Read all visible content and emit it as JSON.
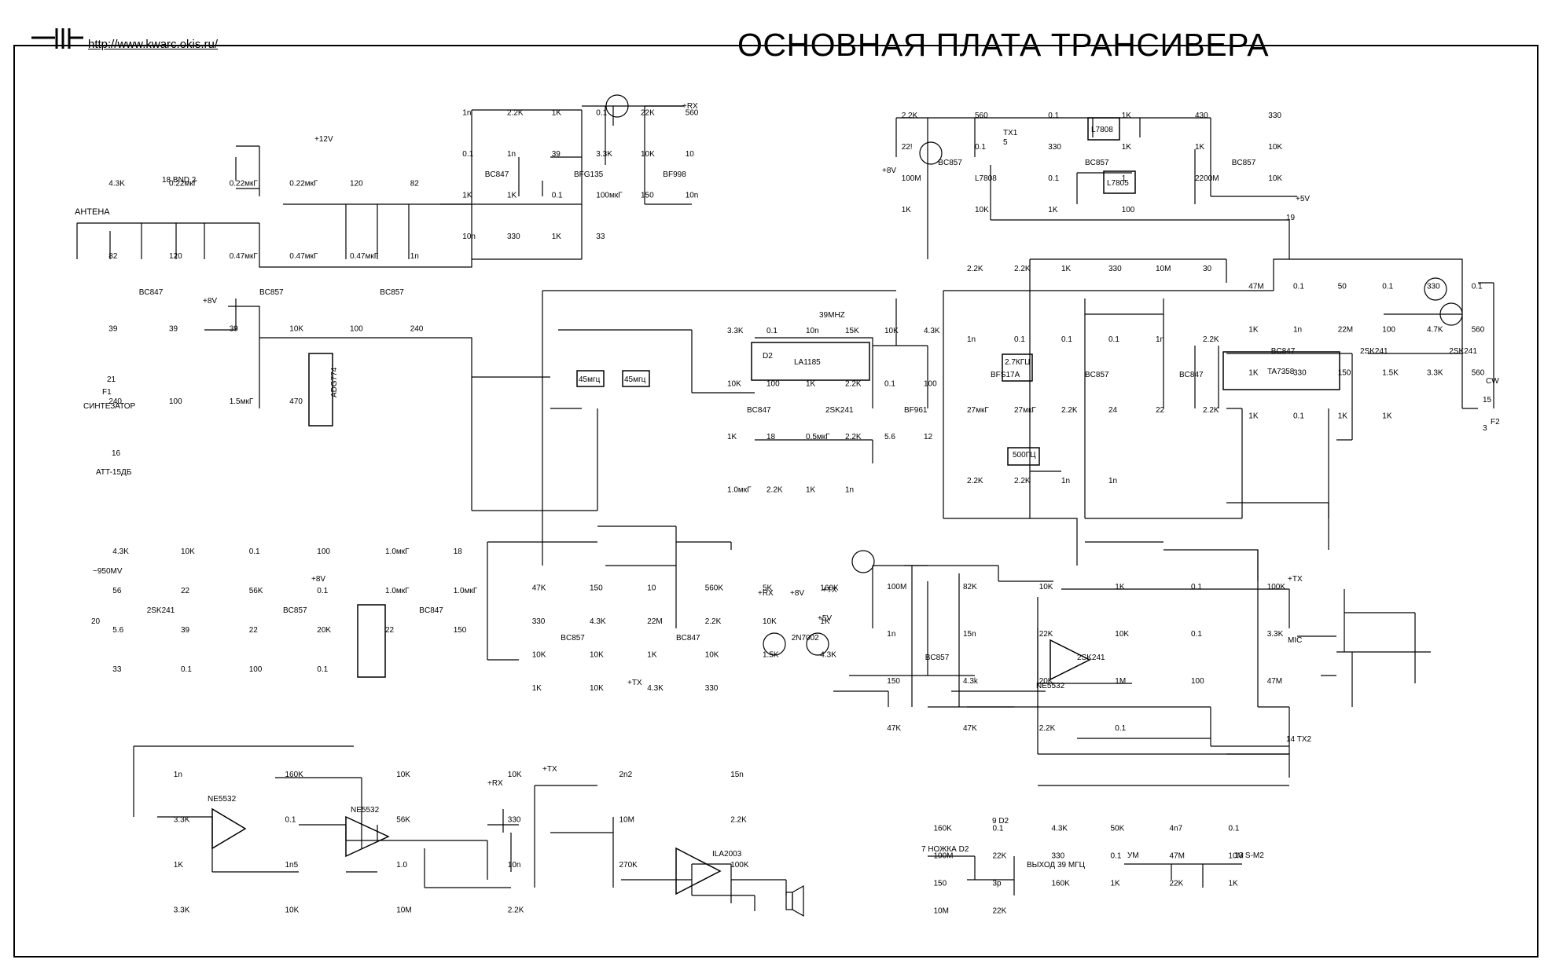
{
  "header": {
    "url": "http://www.kwarc.okis.ru/",
    "title": "ОСНОВНАЯ ПЛАТА ТРАНСИВЕРА"
  },
  "ports": {
    "antenna": "АНТЕНА",
    "band": "18 BND 2",
    "v12": "+12V",
    "pin21": "21",
    "f1": "F1",
    "synth": "СИНТЕЗАТОР",
    "pin16": "16",
    "att": "ATT-15ДБ",
    "mv950": "~950MV",
    "pin20": "20",
    "v8a": "+8V",
    "v8b": "+8V",
    "rx_top": "+RX",
    "v5": "+5V",
    "pin19": "19",
    "cw": "CW",
    "pin15": "15",
    "f2": "F2",
    "pin3": "3",
    "tx_plus": "+TX",
    "mic": "MIC",
    "tx2": "14  TX2",
    "rx_mid": "+RX",
    "v8c": "+8V",
    "tx_mid": "+TX",
    "v8d": "+8V",
    "rx_low": "+RX",
    "tx_low": "+TX",
    "tx_mid2": "+TX",
    "tx1": "TX1",
    "pin5": "5",
    "pin9d2": "9 D2",
    "nozhka": "7 НОЖКА  D2",
    "vyhod": "ВЫХОД 39 МГЦ",
    "um": "УМ",
    "sm2": "13 S-M2",
    "v5b": "+5V"
  },
  "ics": {
    "la1185": "LA1185",
    "d2": "D2",
    "ta7358": "TA7358",
    "adg774": "ADG774",
    "l7808": "L7808",
    "l7805": "L7805",
    "ne5532a": "NE5532",
    "ne5532b": "NE5532",
    "ne5532c": "NE5532",
    "ila2003": "ILA2003",
    "f45a": "45мгц",
    "f45b": "45мгц",
    "xtal39": "39MHZ",
    "q500": "500ГЦ",
    "q27": "2.7КГЦ"
  },
  "transistors": [
    "BC847",
    "BC857",
    "BC857",
    "BC847",
    "BFG135",
    "BF998",
    "BC847",
    "2SK241",
    "BF961",
    "BFS17A",
    "BC857",
    "BC847",
    "BC857",
    "BC857",
    "BC857",
    "BC847",
    "2SK241",
    "2SK241",
    "2SK241",
    "BC857",
    "BC847",
    "BC857",
    "BC847",
    "2N7002",
    "BC857",
    "2SK241"
  ],
  "labels": [
    "4.3K",
    "0.22мкГ",
    "0.22мкГ",
    "0.22мкГ",
    "120",
    "82",
    "82",
    "120",
    "0.47мкГ",
    "0.47мкГ",
    "0.47мкГ",
    "1n",
    "39",
    "39",
    "39",
    "10K",
    "100",
    "240",
    "240",
    "100",
    "1.5мкГ",
    "470",
    "1n",
    "2.2K",
    "1K",
    "0.1",
    "22K",
    "560",
    "0.1",
    "1n",
    "39",
    "3.3K",
    "10K",
    "10",
    "1K",
    "1K",
    "0.1",
    "100мкГ",
    "150",
    "10n",
    "10n",
    "330",
    "1K",
    "33",
    "3.3K",
    "0.1",
    "10n",
    "15K",
    "10K",
    "4.3K",
    "10K",
    "100",
    "1K",
    "2.2K",
    "0.1",
    "100",
    "1K",
    "18",
    "0.5мкГ",
    "2.2K",
    "5.6",
    "12",
    "1.0мкГ",
    "2.2K",
    "1K",
    "1n",
    "2.2K",
    "2.2K",
    "1K",
    "330",
    "10M",
    "30",
    "1n",
    "0.1",
    "0.1",
    "0.1",
    "1n",
    "2.2K",
    "27мкГ",
    "27мкГ",
    "2.2K",
    "24",
    "22",
    "2.2K",
    "2.2K",
    "2.2K",
    "1n",
    "1n",
    "2.2K",
    "560",
    "0.1",
    "1K",
    "430",
    "330",
    "22!",
    "0.1",
    "330",
    "1K",
    "1K",
    "10K",
    "100M",
    "L7808",
    "0.1",
    "1",
    "2200M",
    "10K",
    "1K",
    "10K",
    "1K",
    "100",
    "47M",
    "0.1",
    "50",
    "0.1",
    "330",
    "0.1",
    "1K",
    "1n",
    "22M",
    "100",
    "4.7K",
    "560",
    "1K",
    "330",
    "150",
    "1.5K",
    "3.3K",
    "560",
    "1K",
    "0.1",
    "1K",
    "1K",
    "4.3K",
    "10K",
    "0.1",
    "100",
    "1.0мкГ",
    "18",
    "56",
    "22",
    "56K",
    "0.1",
    "1.0мкГ",
    "1.0мкГ",
    "5.6",
    "39",
    "22",
    "20K",
    "22",
    "150",
    "33",
    "0.1",
    "100",
    "0.1",
    "47K",
    "150",
    "10",
    "560K",
    "5K",
    "160K",
    "330",
    "4.3K",
    "22M",
    "2.2K",
    "10K",
    "1K",
    "10K",
    "10K",
    "1K",
    "10K",
    "1.5K",
    "4.3K",
    "1K",
    "10K",
    "4.3K",
    "330",
    "100M",
    "82K",
    "10K",
    "1K",
    "0.1",
    "100K",
    "1n",
    "15n",
    "22K",
    "10K",
    "0.1",
    "3.3K",
    "150",
    "4.3k",
    "20K",
    "1M",
    "100",
    "47M",
    "47K",
    "47K",
    "2.2K",
    "0.1",
    "1n",
    "160K",
    "10K",
    "10K",
    "2n2",
    "15n",
    "3.3K",
    "0.1",
    "56K",
    "330",
    "10M",
    "2.2K",
    "1K",
    "1n5",
    "1.0",
    "10n",
    "270K",
    "100K",
    "3.3K",
    "10K",
    "10M",
    "2.2K",
    "160K",
    "0.1",
    "4.3K",
    "50K",
    "4n7",
    "0.1",
    "100M",
    "22K",
    "330",
    "0.1",
    "47M",
    "10M",
    "150",
    "3p",
    "160K",
    "1K",
    "22K",
    "1K",
    "10M",
    "22K"
  ]
}
